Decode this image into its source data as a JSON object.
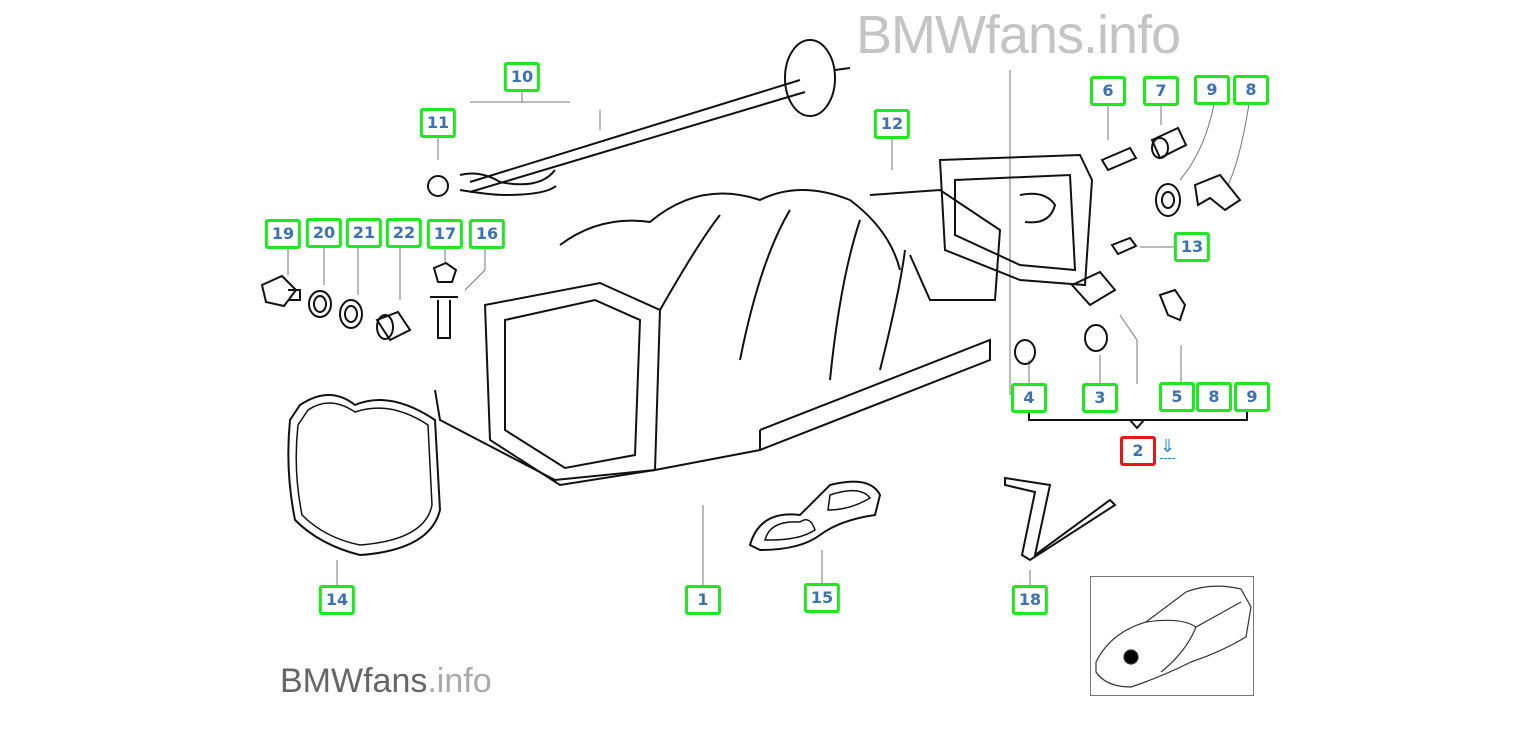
{
  "watermark_top": "BMWfans.info",
  "watermark_bottom": {
    "brand": "BMWfans",
    "suffix": ".info"
  },
  "parts": {
    "p1": "1",
    "p2": "2",
    "p3": "3",
    "p4": "4",
    "p5": "5",
    "p6": "6",
    "p7": "7",
    "p8a": "8",
    "p8b": "8",
    "p9a": "9",
    "p9b": "9",
    "p10": "10",
    "p11": "11",
    "p12": "12",
    "p13": "13",
    "p14": "14",
    "p15": "15",
    "p16": "16",
    "p17": "17",
    "p18": "18",
    "p19": "19",
    "p20": "20",
    "p21": "21",
    "p22": "22"
  },
  "selected_part": "2",
  "arrow_icon": "⇓",
  "colors": {
    "label_border": "#1ee81e",
    "selected_border": "#e81616",
    "label_text": "#3b72b6"
  }
}
